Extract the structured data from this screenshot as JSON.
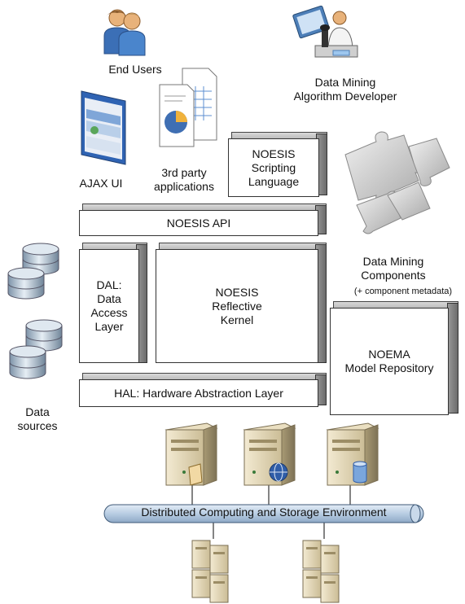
{
  "labels": {
    "end_users": "End Users",
    "developer": "Data Mining\nAlgorithm Developer",
    "ajax_ui": "AJAX UI",
    "third_party": "3rd party\napplications",
    "scripting": "NOESIS\nScripting\nLanguage",
    "api": "NOESIS API",
    "dal": "DAL:\nData\nAccess\nLayer",
    "kernel": "NOESIS\nReflective\nKernel",
    "components": "Data Mining\nComponents",
    "component_meta": "(+ component metadata)",
    "noema": "NOEMA\nModel Repository",
    "hal": "HAL: Hardware Abstraction Layer",
    "data_sources": "Data\nsources",
    "distributed": "Distributed Computing and Storage Environment"
  },
  "icons": [
    "users-icon",
    "developer-icon",
    "browser-window-icon",
    "document-chart-icon",
    "puzzle-pieces-icon",
    "database-icon",
    "server-icon",
    "globe-icon",
    "cylinder-icon"
  ],
  "colors": {
    "pipe": "#b8cde3",
    "box_top": "#c8c8c8",
    "box_side": "#7a7a7a"
  }
}
